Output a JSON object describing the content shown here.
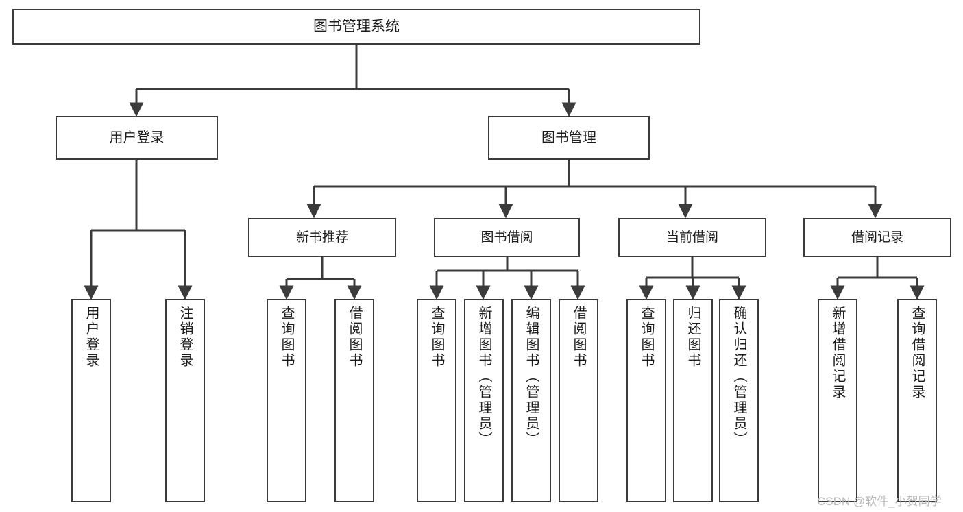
{
  "diagram": {
    "type": "tree-hierarchy-flowchart",
    "title": "图书管理系统",
    "watermark": "CSDN @软件_小贺同学",
    "colors": {
      "box_border": "#3b3b3b",
      "box_fill": "#ffffff",
      "connector": "#3b3b3b",
      "text": "#1d1d1d",
      "watermark": "#b9b9b9",
      "background": "#ffffff"
    },
    "root": {
      "id": "root",
      "label": "图书管理系统"
    },
    "level1": [
      {
        "id": "user-login",
        "label": "用户登录"
      },
      {
        "id": "book-manage",
        "label": "图书管理"
      }
    ],
    "level2": [
      {
        "id": "new-book-recommend",
        "label": "新书推荐",
        "parent": "book-manage"
      },
      {
        "id": "book-borrow",
        "label": "图书借阅",
        "parent": "book-manage"
      },
      {
        "id": "current-borrow",
        "label": "当前借阅",
        "parent": "book-manage"
      },
      {
        "id": "borrow-record",
        "label": "借阅记录",
        "parent": "book-manage"
      }
    ],
    "leaves": [
      {
        "id": "leaf-user-login",
        "label": "用户登录",
        "parent": "user-login"
      },
      {
        "id": "leaf-logout-login",
        "label": "注销登录",
        "parent": "user-login"
      },
      {
        "id": "leaf-query-book-1",
        "label": "查询图书",
        "parent": "new-book-recommend"
      },
      {
        "id": "leaf-borrow-book-1",
        "label": "借阅图书",
        "parent": "new-book-recommend"
      },
      {
        "id": "leaf-query-book-2",
        "label": "查询图书",
        "parent": "book-borrow"
      },
      {
        "id": "leaf-add-book",
        "label": "新增图书（管理员）",
        "parent": "book-borrow"
      },
      {
        "id": "leaf-edit-book",
        "label": "编辑图书（管理员）",
        "parent": "book-borrow"
      },
      {
        "id": "leaf-borrow-book-2",
        "label": "借阅图书",
        "parent": "book-borrow"
      },
      {
        "id": "leaf-query-book-3",
        "label": "查询图书",
        "parent": "current-borrow"
      },
      {
        "id": "leaf-return-book",
        "label": "归还图书",
        "parent": "current-borrow"
      },
      {
        "id": "leaf-confirm-return",
        "label": "确认归还（管理员）",
        "parent": "current-borrow"
      },
      {
        "id": "leaf-add-borrow-record",
        "label": "新增借阅记录",
        "parent": "borrow-record"
      },
      {
        "id": "leaf-query-borrow-record",
        "label": "查询借阅记录",
        "parent": "borrow-record"
      }
    ]
  }
}
